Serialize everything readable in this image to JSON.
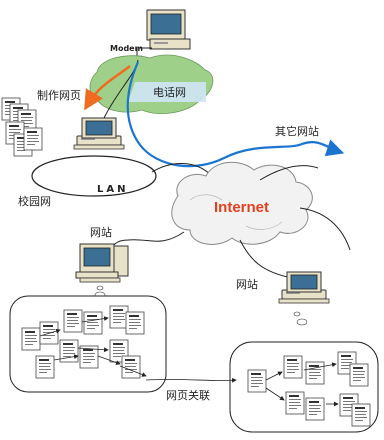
{
  "labels": {
    "modem": "Modem",
    "phone_network": "电话网",
    "make_webpage": "制作网页",
    "other_sites": "其它网站",
    "lan": "LAN",
    "campus_net": "校园网",
    "internet": "Internet",
    "website_left": "网站",
    "website_right": "网站",
    "page_links": "网页关联"
  },
  "colors": {
    "phone_net_fill": "#9fd08a",
    "phone_net_band": "#cfe6f5",
    "blue_curve": "#1b74d0",
    "orange_arrow": "#f06a20",
    "internet_text": "#e04020",
    "monitor_screen": "#3b6f93",
    "monitor_body": "#e8e2c8"
  },
  "icons": {
    "computer": "desktop-computer-icon",
    "document": "document-icon"
  }
}
